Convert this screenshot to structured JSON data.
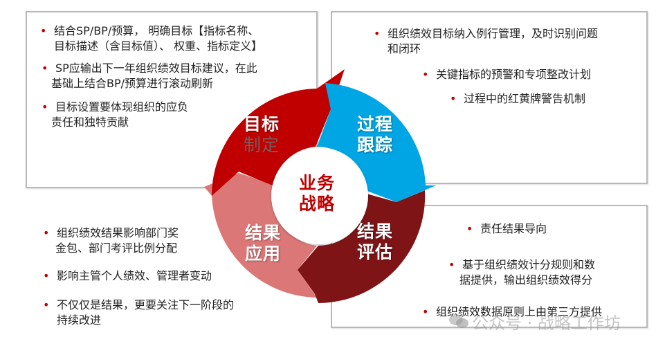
{
  "diagram": {
    "center": {
      "line1": "业务",
      "line2": "战略"
    },
    "segments": [
      {
        "id": "goal-setting",
        "line1": "目标",
        "line2": "制定",
        "color": "#c00000"
      },
      {
        "id": "process-tracking",
        "line1": "过程",
        "line2": "跟踪",
        "color": "#00a6e4"
      },
      {
        "id": "result-evaluation",
        "line1": "结果",
        "line2": "评估",
        "color": "#7f1416"
      },
      {
        "id": "result-application",
        "line1": "结果",
        "line2": "应用",
        "color": "#dc7777"
      }
    ],
    "colors": {
      "accent": "#c00000",
      "bullet": "#c00000",
      "border": "#b8b8b8"
    }
  },
  "panels": {
    "goal_setting": [
      {
        "l1": "结合SP/BP/预算， 明确目标【指标名称、",
        "l2": "目标描述（含目标值）、 权重、指标定义】"
      },
      {
        "l1": "SP应输出下一年组织绩效目标建议，在此",
        "l2": "基础上结合BP/预算进行滚动刷新"
      },
      {
        "l1": "目标设置要体现组织的应负",
        "l2": "责任和独特贡献"
      }
    ],
    "process_tracking": [
      {
        "l1": "组织绩效目标纳入例行管理，及时识别问题",
        "l2": "和闭环"
      },
      {
        "l1": "关键指标的预警和专项整改计划",
        "l2": ""
      },
      {
        "l1": "过程中的红黄牌警告机制",
        "l2": ""
      }
    ],
    "result_application": [
      {
        "l1": "组织绩效结果影响部门奖",
        "l2": "金包、部门考评比例分配"
      },
      {
        "l1": "影响主管个人绩效、管理者变动",
        "l2": ""
      },
      {
        "l1": "不仅仅是结果，更要关注下一阶段的",
        "l2": "持续改进"
      }
    ],
    "result_evaluation": [
      {
        "l1": "责任结果导向",
        "l2": ""
      },
      {
        "l1": "基于组织绩效计分规则和数",
        "l2": "据提供，输出组织绩效得分"
      },
      {
        "l1": "组织绩效数据原则上由第三方提供",
        "l2": ""
      }
    ]
  },
  "watermark": {
    "text": "公众号 · 战略工作坊",
    "icon": "wechat-icon"
  },
  "bullet_glyph": "•"
}
